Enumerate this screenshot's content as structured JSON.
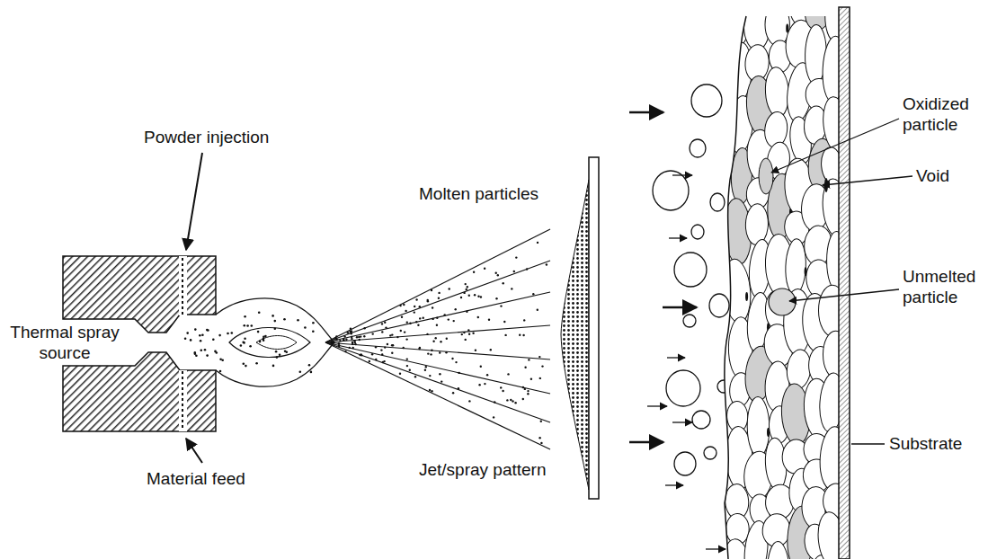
{
  "diagram": {
    "labels": [
      "Powder injection",
      "Thermal spray source",
      "Material feed",
      "Molten particles",
      "Jet/spray pattern",
      "Oxidized particle",
      "Void",
      "Unmelted particle",
      "Substrate"
    ]
  }
}
